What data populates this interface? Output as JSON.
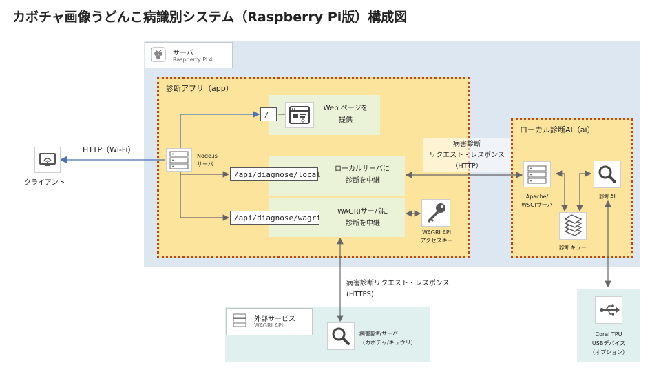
{
  "title": "カボチャ画像うどんこ病識別システム（Raspberry Pi版）構成図",
  "server": {
    "title": "サーバ",
    "subtitle": "Raspberry Pi 4"
  },
  "app": {
    "label": "診断アプリ（app）",
    "node_label": [
      "Node.js",
      "サーバ"
    ],
    "route_root": "/",
    "web_text": [
      "Web ページを",
      "提供"
    ],
    "route_local": "/api/diagnose/local",
    "local_text": [
      "ローカルサーバに",
      "診断を中継"
    ],
    "route_wagri": "/api/diagnose/wagri",
    "wagri_text": [
      "WAGRIサーバに",
      "診断を中継"
    ],
    "key_label": [
      "WAGRI API",
      "アクセスキー"
    ]
  },
  "client": {
    "label": "クライアント",
    "http_label": "HTTP（Wi-Fi）"
  },
  "local_http": [
    "病害診断",
    "リクエスト・レスポンス",
    "（HTTP）"
  ],
  "ai": {
    "label": "ローカル診断AI（ai）",
    "apache_label": [
      "Apache/",
      "WSGIサーバ"
    ],
    "diag_ai_label": "診断AI",
    "queue_label": "診断キュー"
  },
  "external_https": [
    "病害診断リクエスト・レスポンス",
    "(HTTPS)"
  ],
  "external": {
    "title": "外部サービス",
    "subtitle": "WAGRI API",
    "diag_server_label": [
      "病害診断サーバ",
      "（カボチャ/キュウリ）"
    ]
  },
  "coral": [
    "Coral TPU",
    "USBデバイス",
    "（オプション）"
  ],
  "colors": {
    "server_bg": "#dde7f1",
    "app_bg": "#fde49c",
    "border_dotted": "#c0451e",
    "ext_bg": "#dff0ee",
    "panel_green": "#eaf2d7",
    "link_blue": "#4a74b5"
  }
}
